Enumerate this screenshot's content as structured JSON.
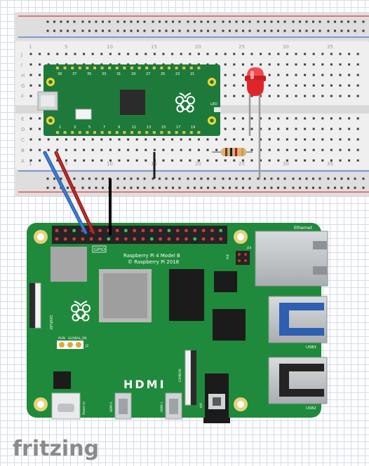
{
  "breadboard": {
    "rows_top": [
      "J",
      "I",
      "H",
      "G",
      "F"
    ],
    "rows_bottom": [
      "E",
      "D",
      "C",
      "B",
      "A"
    ],
    "column_numbers": [
      "1",
      "5",
      "10",
      "15",
      "20",
      "25",
      "30",
      "35"
    ]
  },
  "pico": {
    "labels": [
      "39",
      "37",
      "35",
      "33",
      "31",
      "29",
      "27",
      "25",
      "23",
      "21",
      "1",
      "3",
      "5",
      "7",
      "9",
      "11",
      "13",
      "15",
      "17",
      "19",
      "LED"
    ]
  },
  "pi": {
    "board_line1": "Raspberry Pi 4 Model B",
    "board_line2": "© Raspberry Pi 2018",
    "gpio_label": "GPIO",
    "hdmi_label": "HDMI",
    "ethernet_label": "Ethernet",
    "usb3_label": "USB3",
    "usb2_label": "USB2",
    "display_label": "DISPLAY",
    "camera_label": "CAMERA",
    "power_label": "Power in",
    "hdmi0_label": "HDMI 0",
    "hdmi1_label": "HDMI 1",
    "av_label": "A/V",
    "run_label": "RUN",
    "global_en_label": "GLOBAL_EN",
    "j2_label": "J2",
    "j14_label": "J14",
    "poe_label": "PoE"
  },
  "brand": {
    "logo": "fritzing"
  },
  "colors": {
    "pcb_green": "#1f8a3b",
    "pico_green": "#1d7a3a",
    "wire_blue": "#3c7fd6",
    "wire_red": "#c0282a",
    "wire_black": "#1a1a1a",
    "led_red": "#e0252a",
    "rail_red": "#e23b3b",
    "rail_blue": "#4a6fd0"
  }
}
